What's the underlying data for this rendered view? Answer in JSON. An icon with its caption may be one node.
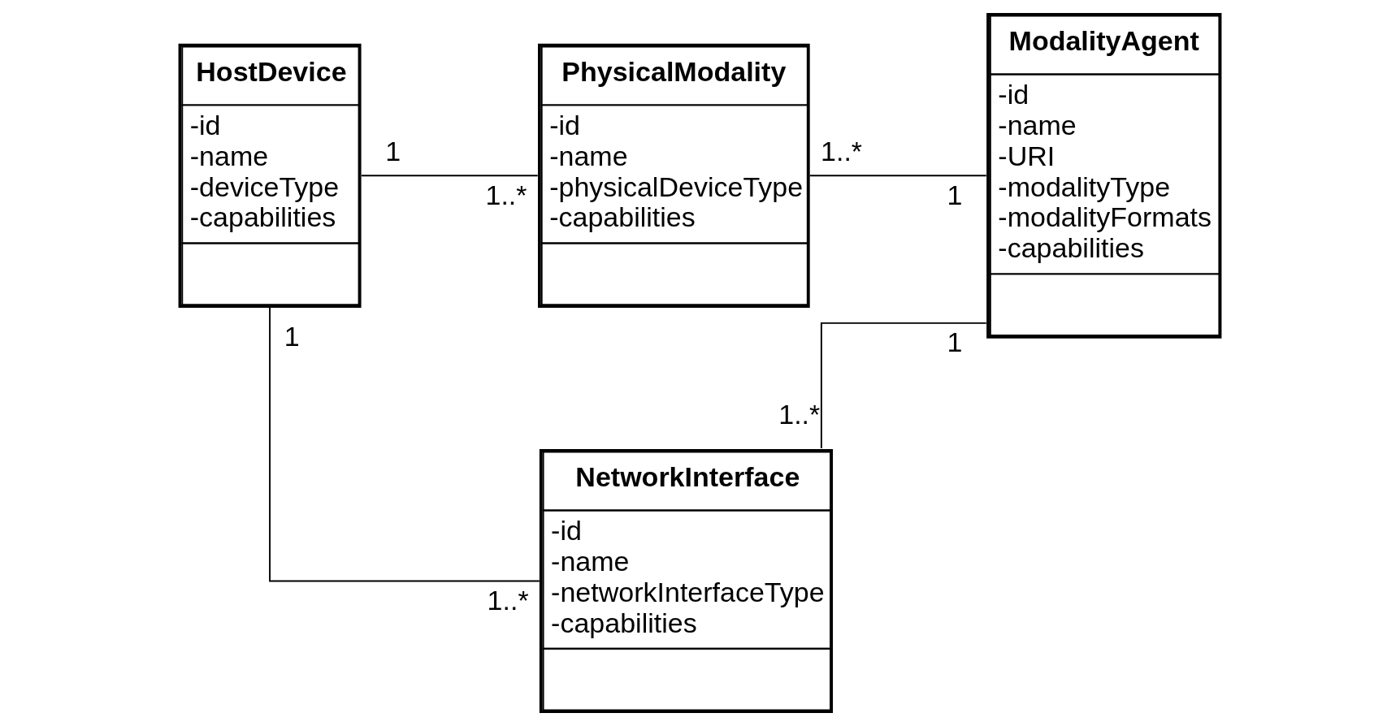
{
  "diagram": {
    "nodes": [
      {
        "text": [
          "HostDevice",
          "-id",
          "-name",
          "-deviceType",
          "-capabilities"
        ]
      },
      {
        "text": [
          "PhysicalModality",
          "-id",
          "-name",
          "-physicalDeviceType",
          "-capabilities"
        ]
      },
      {
        "text": [
          "ModalityAgent",
          "-id",
          "-name",
          "-URI",
          "-modalityType",
          "-modalityFormats",
          "-capabilities"
        ]
      },
      {
        "text": [
          "NetworkInterface",
          "-id",
          "-name",
          "-networkInterfaceType",
          "-capabilities"
        ]
      }
    ],
    "edges": [
      {
        "from": 0,
        "to": 1,
        "arrow": "none"
      },
      {
        "from": 1,
        "to": 2,
        "arrow": "none"
      },
      {
        "from": 0,
        "to": 3,
        "arrow": "none"
      },
      {
        "from": 3,
        "to": 2,
        "arrow": "none"
      }
    ],
    "labels": [
      "1",
      "1..*",
      "1..*",
      "1",
      "1",
      "1",
      "1..*",
      "1..*"
    ]
  }
}
